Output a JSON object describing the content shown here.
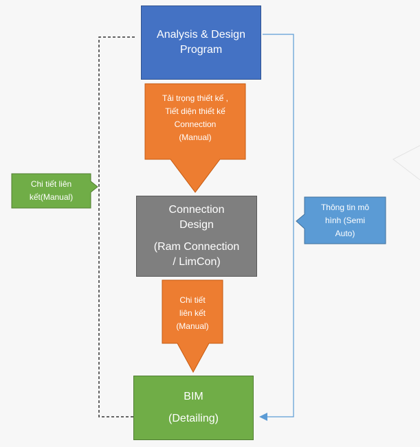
{
  "nodes": {
    "analysis": {
      "lines": [
        "Analysis & Design",
        "Program"
      ],
      "color": "#4472c4"
    },
    "connection": {
      "lines": [
        "Connection",
        "Design",
        "(Ram Connection",
        "/ LimCon)"
      ],
      "color": "#7f7f7f"
    },
    "bim": {
      "lines": [
        "BIM",
        "(Detailing)"
      ],
      "color": "#70ad47"
    }
  },
  "flows": {
    "design_to_connection": {
      "lines": [
        "Tải trọng thiết kế ,",
        "Tiết diện thiết kế",
        "Connection",
        "(Manual)"
      ],
      "color": "#ed7d31"
    },
    "connection_to_bim": {
      "lines": [
        "Chi tiết",
        "liên kết",
        "(Manual)"
      ],
      "color": "#ed7d31"
    }
  },
  "callouts": {
    "left": {
      "lines": [
        "Chi tiết liên",
        "kết(Manual)"
      ],
      "color": "#70ad47"
    },
    "right": {
      "lines": [
        "Thông tin mô",
        "hình (Semi",
        "Auto)"
      ],
      "color": "#5b9bd5"
    }
  },
  "connectors": {
    "dashed_line_color": "#333333",
    "feedback_line_color": "#5b9bd5"
  }
}
